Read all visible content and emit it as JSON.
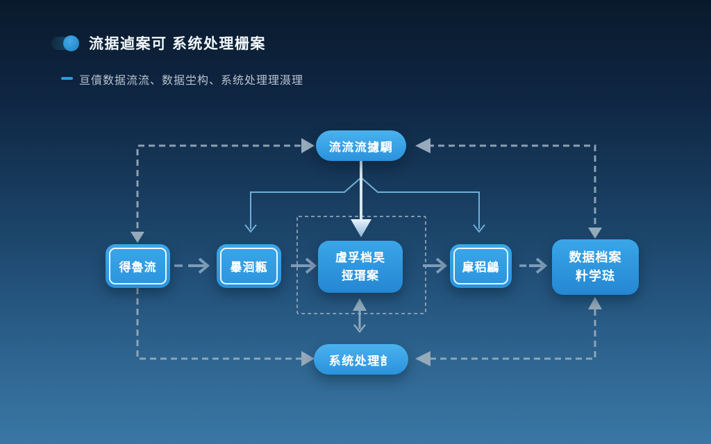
{
  "header": {
    "title": "流据逌案可 系统处理栅案",
    "subtitle": "亘儥数据流流、数据坣构、系统处理理滠理"
  },
  "nodes": {
    "top": "流流流攄騆",
    "step1": "得魯流",
    "step2": "曓洄甉",
    "center_line1": "虘孚档旲",
    "center_line2": "挜瑨案",
    "step4": "肁稆鶣",
    "right_line1": "数据档案",
    "right_line2": "籵学琺",
    "bottom": "系统处理訁"
  },
  "colors": {
    "node_blue": "#31a0e5",
    "accent_blue": "#2e9ae2",
    "background_top": "#091a2c",
    "background_bottom": "#3a77a5",
    "dashed_connector": "#96aabb",
    "thin_connector": "#6fb0d8",
    "arrow_gray": "#7e9db8",
    "subtitle_text": "#b6c3cf",
    "node_text": "#ffffff"
  }
}
